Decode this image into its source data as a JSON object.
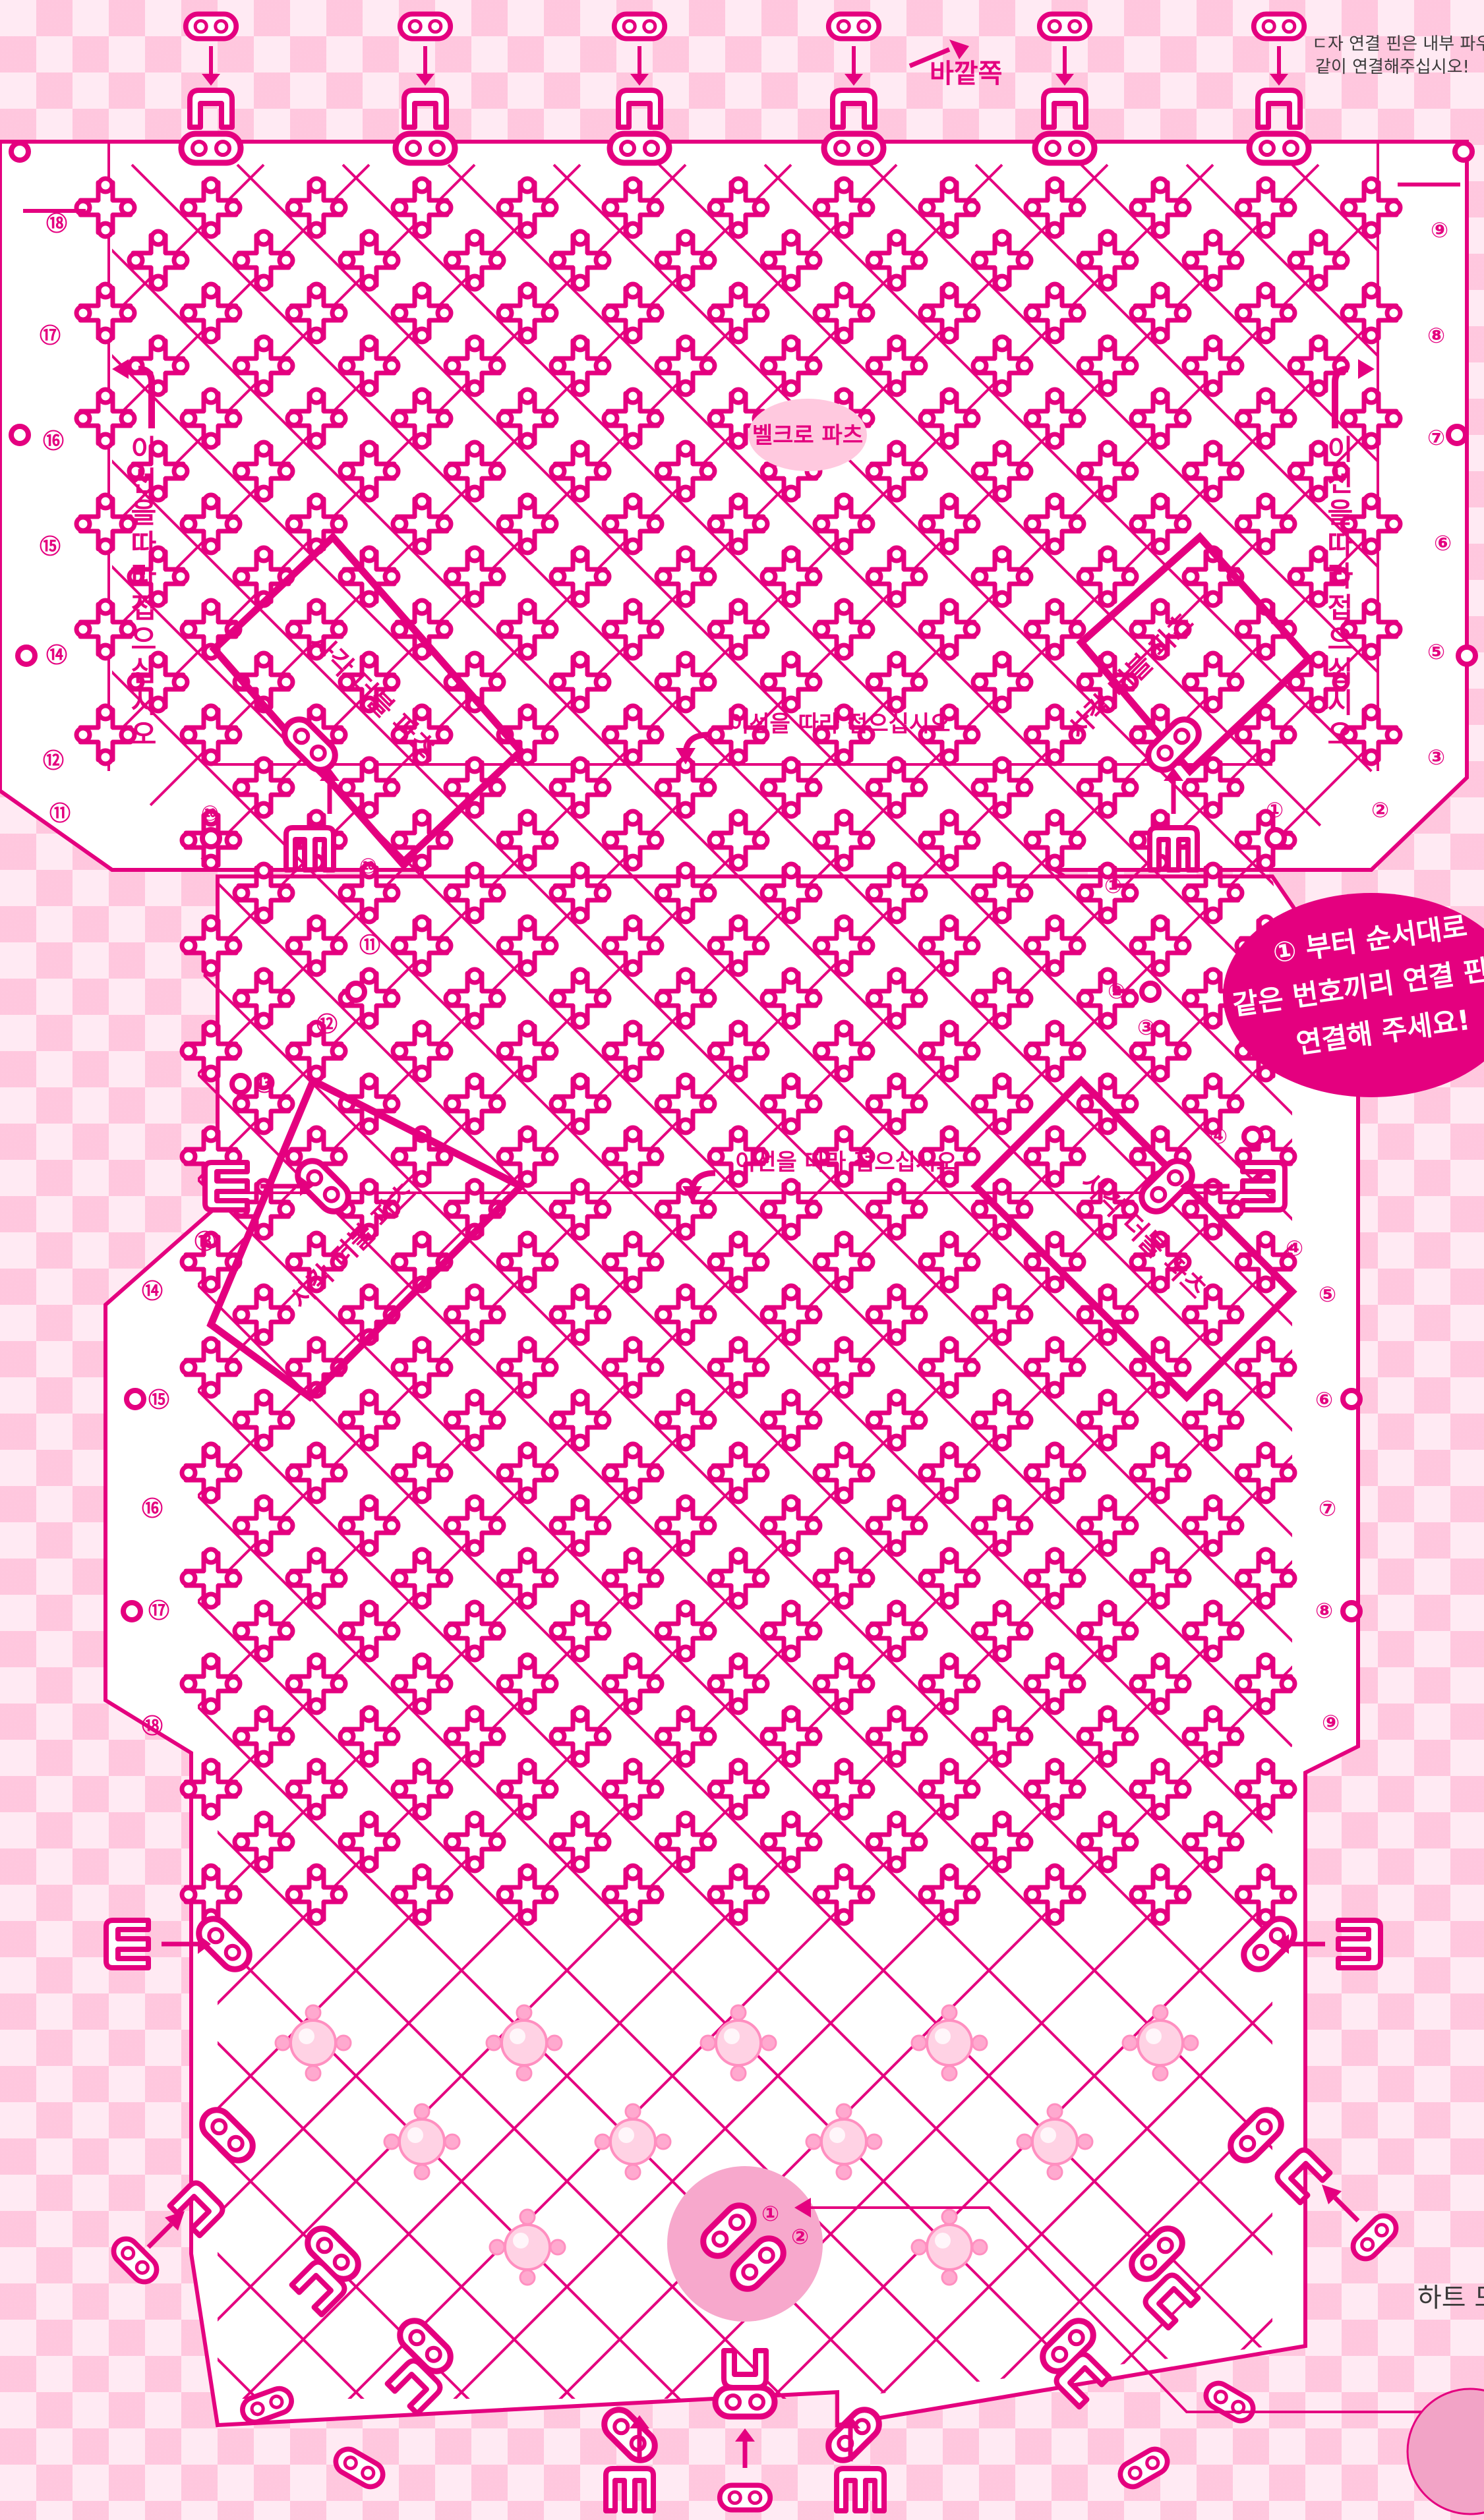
{
  "labels": {
    "outside": "바깥쪽",
    "top_note_line1": "ㄷ자 연결 핀은 내부 파우",
    "top_note_line2": "같이 연결해주십시오!",
    "velcro": "벨크로 파츠",
    "fold_line": "이선을 따라 접으십시오",
    "fold_vertical": "이선을따라접으십시오",
    "square_double": "사각 더블 파츠",
    "heart": "하트 모",
    "bubble_line1": "① 부터 순서대로",
    "bubble_line2": "같은 번호끼리 연결 핀으",
    "bubble_line3": "연결해 주세요!"
  },
  "numbers": {
    "n1": "①",
    "n2": "②",
    "n3": "③",
    "n4": "④",
    "n5": "⑤",
    "n6": "⑥",
    "n7": "⑦",
    "n8": "⑧",
    "n9": "⑨",
    "n10": "⑩",
    "n11": "⑪",
    "n12": "⑫",
    "n13": "⑬",
    "n14": "⑭",
    "n15": "⑮",
    "n16": "⑯",
    "n17": "⑰",
    "n18": "⑱"
  },
  "colors": {
    "primary": "#e4007f",
    "light_pink": "#ffc9df",
    "background": "#ffeaf3",
    "pearl": "#ffd2e4"
  },
  "icons": {
    "connector": "cross-connector-icon",
    "pin": "double-hole-pin-icon",
    "u_pin": "u-pin-icon",
    "clip": "clip-icon",
    "pearl": "pearl-bead-icon",
    "arrow": "arrow-icon",
    "fold_arrow": "fold-arrow-icon"
  }
}
